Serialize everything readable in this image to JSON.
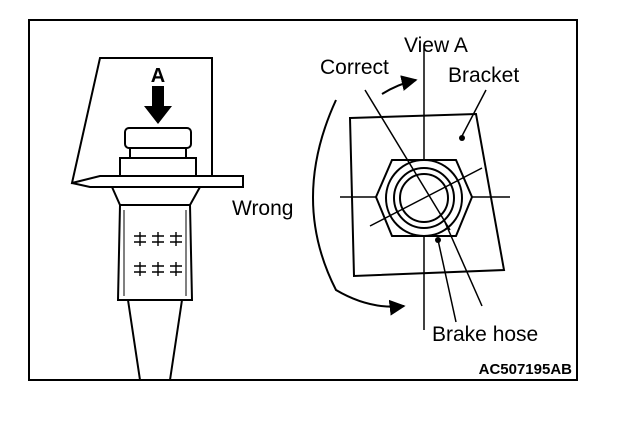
{
  "diagram": {
    "left_view_marker": "A",
    "labels": {
      "view": "View A",
      "correct": "Correct",
      "bracket": "Bracket",
      "wrong": "Wrong",
      "brake_hose": "Brake hose"
    },
    "figure_code": "AC507195AB"
  }
}
